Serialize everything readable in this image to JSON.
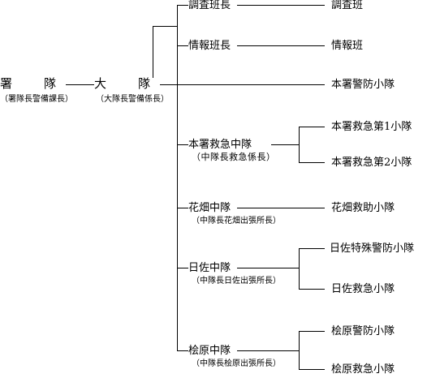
{
  "chart": {
    "root": {
      "label": "署　隊",
      "note": "（署隊長警備課長）"
    },
    "main": {
      "label": "大　隊",
      "note": "（大隊長警備係長）"
    },
    "teams": [
      {
        "label": "調査班長",
        "sub": "調査班"
      },
      {
        "label": "情報班長",
        "sub": "情報班"
      }
    ],
    "direct_unit": "本署警防小隊",
    "companies": [
      {
        "label": "本署救急中隊",
        "note": "（中隊長救急係長）",
        "units": [
          "本署救急第1小隊",
          "本署救急第2小隊"
        ]
      },
      {
        "label": "花畑中隊",
        "note": "（中隊長花畑出張所長）",
        "units": [
          "花畑救助小隊"
        ]
      },
      {
        "label": "日佐中隊",
        "note": "（中隊長日佐出張所長）",
        "units": [
          "日佐特殊警防小隊",
          "日佐救急小隊"
        ]
      },
      {
        "label": "桧原中隊",
        "note": "（中隊長桧原出張所長）",
        "units": [
          "桧原警防小隊",
          "桧原救急小隊"
        ]
      }
    ]
  }
}
